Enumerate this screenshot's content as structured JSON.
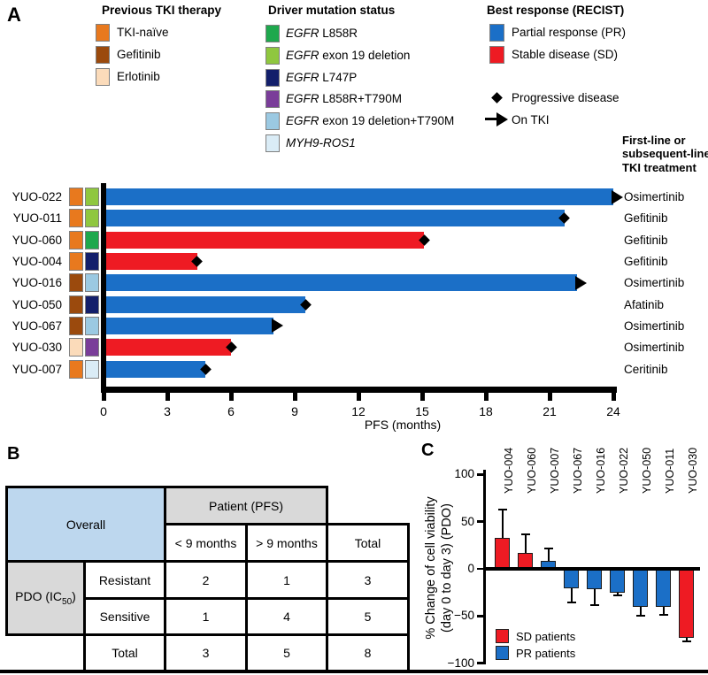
{
  "colors": {
    "tki_naive": "#E8791E",
    "gefitinib_brown": "#9B4A0D",
    "erlotinib_peach": "#FBDBBA",
    "egfr_l858r": "#1EA84D",
    "egfr_ex19": "#8FC73F",
    "egfr_l747p": "#131F6B",
    "egfr_l858r_t790m": "#7A3D99",
    "egfr_ex19_t790m": "#9BC9E2",
    "myh9_ros1": "#DAECF6",
    "pr_blue": "#1B6FC7",
    "sd_red": "#EE1B23",
    "table_blue": "#BDD7EE",
    "table_gray": "#D9D9D9"
  },
  "panel_a": {
    "label": "A",
    "legend_tki": {
      "title": "Previous TKI therapy",
      "items": [
        {
          "label": "TKI-naïve",
          "color": "tki_naive"
        },
        {
          "label": "Gefitinib",
          "color": "gefitinib_brown"
        },
        {
          "label": "Erlotinib",
          "color": "erlotinib_peach"
        }
      ]
    },
    "legend_mutation": {
      "title": "Driver mutation status",
      "items": [
        {
          "gene": "EGFR",
          "rest": " L858R",
          "color": "egfr_l858r"
        },
        {
          "gene": "EGFR",
          "rest": " exon 19 deletion",
          "color": "egfr_ex19"
        },
        {
          "gene": "EGFR",
          "rest": " L747P",
          "color": "egfr_l747p"
        },
        {
          "gene": "EGFR",
          "rest": " L858R+T790M",
          "color": "egfr_l858r_t790m"
        },
        {
          "gene": "EGFR",
          "rest": " exon 19 deletion+T790M",
          "color": "egfr_ex19_t790m"
        },
        {
          "gene": "MYH9-ROS1",
          "rest": "",
          "color": "myh9_ros1"
        }
      ]
    },
    "legend_response": {
      "title": "Best response (RECIST)",
      "items": [
        {
          "label": "Partial response (PR)",
          "color": "pr_blue"
        },
        {
          "label": "Stable disease (SD)",
          "color": "sd_red"
        }
      ],
      "progressive_label": "Progressive disease",
      "on_tki_label": "On TKI"
    },
    "right_header_lines": [
      "First-line or",
      "subsequent-line",
      "TKI treatment"
    ]
  },
  "panel_b": {
    "label": "B",
    "overall": "Overall",
    "patient_pfs": "Patient (PFS)",
    "col_lt9": "< 9 months",
    "col_gt9": "> 9 months",
    "col_total": "Total",
    "pdo_pre": "PDO (IC",
    "pdo_sub": "50",
    "pdo_post": ")",
    "rows": {
      "resistant": {
        "label": "Resistant",
        "lt9": "2",
        "gt9": "1",
        "total": "3"
      },
      "sensitive": {
        "label": "Sensitive",
        "lt9": "1",
        "gt9": "4",
        "total": "5"
      },
      "total": {
        "label": "Total",
        "lt9": "3",
        "gt9": "5",
        "total": "8"
      }
    }
  },
  "panel_c": {
    "label": "C",
    "ylabel_line1": "% Change of cell viability",
    "ylabel_line2": "(day 0 to day 3) (PDO)",
    "legend": [
      {
        "label": "SD patients",
        "color": "sd_red"
      },
      {
        "label": "PR patients",
        "color": "pr_blue"
      }
    ]
  },
  "chart_data": [
    {
      "id": "panel_a_swimmer_plot",
      "type": "bar",
      "orientation": "horizontal",
      "xlabel": "PFS (months)",
      "xlim": [
        0,
        24
      ],
      "xticks": [
        0,
        3,
        6,
        9,
        12,
        15,
        18,
        21,
        24
      ],
      "rows": [
        {
          "patient": "YUO-022",
          "pfs_months": 24.0,
          "response": "PR",
          "marker": "on_tki_arrow",
          "previous_tki": "tki_naive",
          "mutation": "egfr_ex19",
          "treatment": "Osimertinib"
        },
        {
          "patient": "YUO-011",
          "pfs_months": 21.7,
          "response": "PR",
          "marker": "progressive_diamond",
          "previous_tki": "tki_naive",
          "mutation": "egfr_ex19",
          "treatment": "Gefitinib"
        },
        {
          "patient": "YUO-060",
          "pfs_months": 15.1,
          "response": "SD",
          "marker": "progressive_diamond",
          "previous_tki": "tki_naive",
          "mutation": "egfr_l858r",
          "treatment": "Gefitinib"
        },
        {
          "patient": "YUO-004",
          "pfs_months": 4.4,
          "response": "SD",
          "marker": "progressive_diamond",
          "previous_tki": "tki_naive",
          "mutation": "egfr_l747p",
          "treatment": "Gefitinib"
        },
        {
          "patient": "YUO-016",
          "pfs_months": 22.3,
          "response": "PR",
          "marker": "on_tki_arrow",
          "previous_tki": "gefitinib_brown",
          "mutation": "egfr_ex19_t790m",
          "treatment": "Osimertinib"
        },
        {
          "patient": "YUO-050",
          "pfs_months": 9.5,
          "response": "PR",
          "marker": "progressive_diamond",
          "previous_tki": "gefitinib_brown",
          "mutation": "egfr_l747p",
          "treatment": "Afatinib"
        },
        {
          "patient": "YUO-067",
          "pfs_months": 8.0,
          "response": "PR",
          "marker": "on_tki_arrow",
          "previous_tki": "gefitinib_brown",
          "mutation": "egfr_ex19_t790m",
          "treatment": "Osimertinib"
        },
        {
          "patient": "YUO-030",
          "pfs_months": 6.0,
          "response": "SD",
          "marker": "progressive_diamond",
          "previous_tki": "erlotinib_peach",
          "mutation": "egfr_l858r_t790m",
          "treatment": "Osimertinib"
        },
        {
          "patient": "YUO-007",
          "pfs_months": 4.8,
          "response": "PR",
          "marker": "progressive_diamond",
          "previous_tki": "tki_naive",
          "mutation": "myh9_ros1",
          "treatment": "Ceritinib"
        }
      ]
    },
    {
      "id": "panel_c_viability",
      "type": "bar",
      "categories": [
        "YUO-004",
        "YUO-060",
        "YUO-007",
        "YUO-067",
        "YUO-016",
        "YUO-022",
        "YUO-050",
        "YUO-011",
        "YUO-030"
      ],
      "values": [
        33,
        17,
        8,
        -21,
        -22,
        -25,
        -40,
        -40,
        -73
      ],
      "errors": [
        30,
        20,
        14,
        15,
        16,
        3,
        10,
        9,
        4
      ],
      "groups": [
        "SD",
        "SD",
        "PR",
        "PR",
        "PR",
        "PR",
        "PR",
        "PR",
        "SD"
      ],
      "ylim": [
        -100,
        100
      ],
      "yticks": [
        100,
        50,
        0,
        -50,
        -100
      ],
      "ytick_labels": [
        "100",
        "50",
        "0",
        "−50",
        "−100"
      ]
    }
  ]
}
